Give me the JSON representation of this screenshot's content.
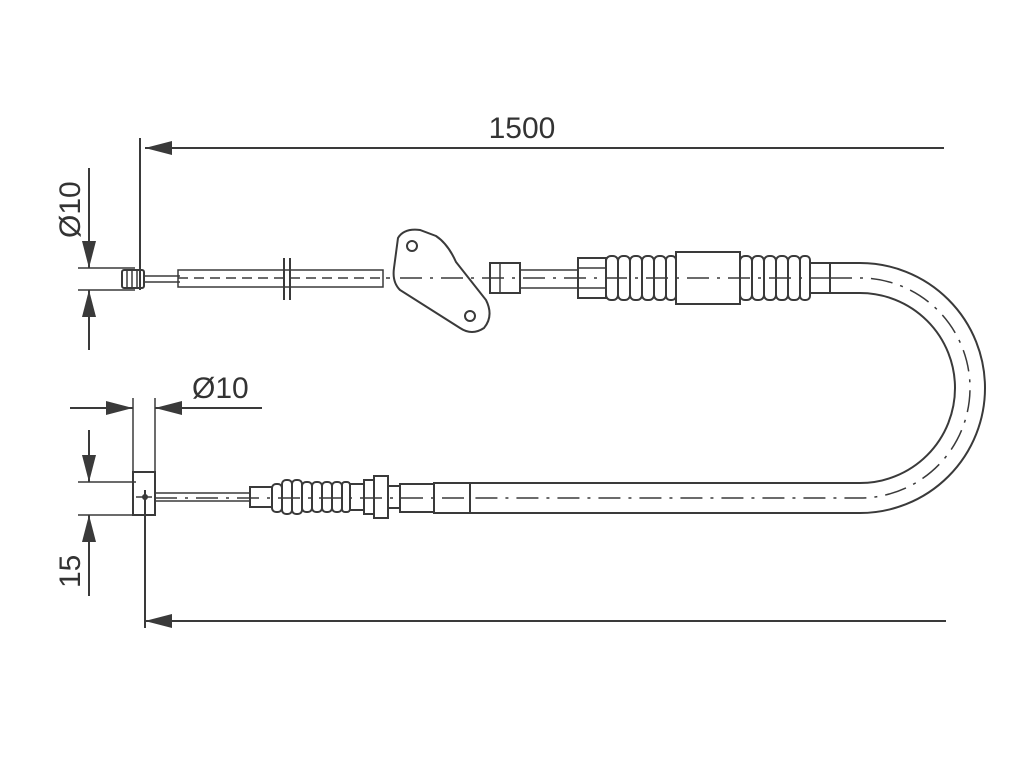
{
  "dimensions": {
    "length": "1500",
    "top_diameter": "Ø10",
    "bottom_diameter": "Ø10",
    "bottom_height": "15"
  },
  "colors": {
    "line": "#3a3a3a",
    "background": "#ffffff"
  }
}
